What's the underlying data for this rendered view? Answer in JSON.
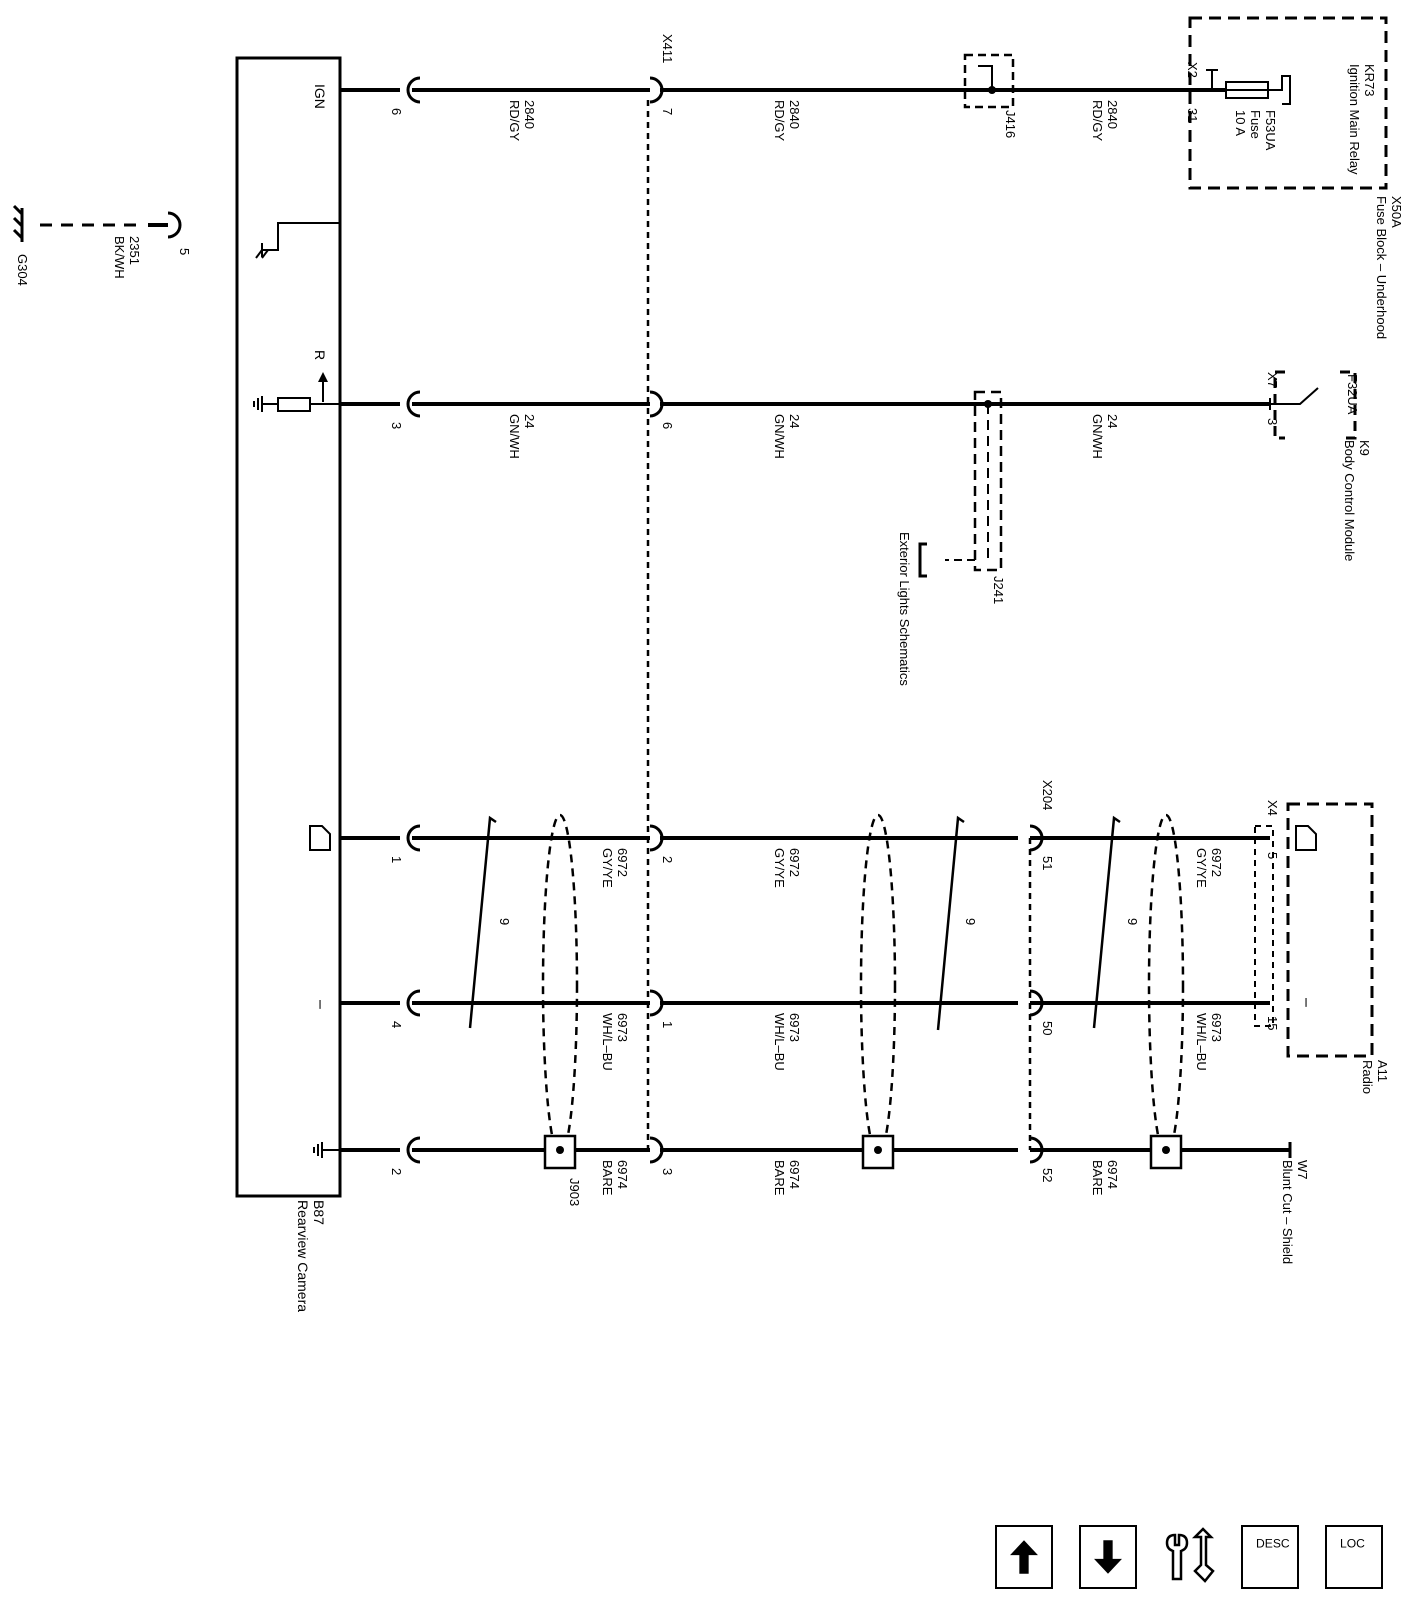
{
  "components": {
    "camera": {
      "id": "B87",
      "name": "Rearview Camera"
    },
    "fuse_block": {
      "id": "X50A",
      "name": "Fuse Block – Underhood"
    },
    "relay": {
      "id": "KR73",
      "name": "Ignition Main Relay"
    },
    "fuse": {
      "id": "F53UA",
      "name": "Fuse",
      "rating": "10 A"
    },
    "bcm": {
      "id": "K9",
      "name": "Body Control Module",
      "output": "F32UA"
    },
    "radio": {
      "id": "A11",
      "name": "Radio"
    },
    "ground": {
      "id": "G304"
    },
    "shield_end": {
      "id": "W7",
      "name": "Blunt Cut – Shield"
    },
    "ext_lights": {
      "name": "Exterior Lights Schematics"
    }
  },
  "camera_pins": {
    "ign": "IGN",
    "reverse": "R"
  },
  "connectors": {
    "x411": "X411",
    "x204": "X204",
    "x2": "X2",
    "x7": "X7",
    "x4": "X4",
    "j416": "J416",
    "j241": "J241",
    "j903": "J903"
  },
  "circuits": {
    "ign": {
      "number": "2840",
      "color": "RD/GY"
    },
    "ground": {
      "number": "2351",
      "color": "BK/WH"
    },
    "reverse": {
      "number": "24",
      "color": "GN/WH"
    },
    "video_pos": {
      "number": "6972",
      "color": "GY/YE"
    },
    "video_neg": {
      "number": "6973",
      "color": "WH/L–BU"
    },
    "drain": {
      "number": "6974",
      "color": "BARE"
    }
  },
  "pins": {
    "cam": {
      "ign": "6",
      "gnd": "5",
      "rev": "3",
      "vpos": "1",
      "vneg": "4",
      "drain": "2"
    },
    "x411": {
      "ign": "7",
      "rev": "6",
      "vpos": "2",
      "vneg": "1",
      "drain": "3"
    },
    "x204": {
      "vpos": "51",
      "vneg": "50",
      "drain": "52"
    },
    "fuse_block": "31",
    "bcm": "3",
    "radio": {
      "vpos": "5",
      "vneg": "15"
    }
  },
  "twist_label": "9",
  "nav": {
    "loc": "LOC",
    "desc": "DESC"
  },
  "nav_icons": [
    "loc-icon",
    "desc-icon",
    "wrench-icon",
    "arrow-down-icon",
    "arrow-up-icon"
  ]
}
